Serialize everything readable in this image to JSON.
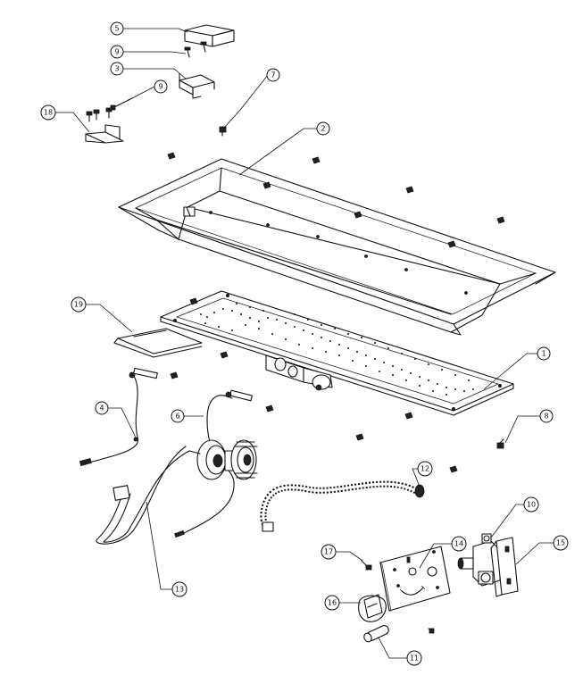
{
  "diagram": {
    "callouts": [
      {
        "label": "5"
      },
      {
        "label": "9"
      },
      {
        "label": "3"
      },
      {
        "label": "9"
      },
      {
        "label": "18"
      },
      {
        "label": "7"
      },
      {
        "label": "2"
      },
      {
        "label": "19"
      },
      {
        "label": "1"
      },
      {
        "label": "4"
      },
      {
        "label": "6"
      },
      {
        "label": "8"
      },
      {
        "label": "12"
      },
      {
        "label": "10"
      },
      {
        "label": "17"
      },
      {
        "label": "14"
      },
      {
        "label": "15"
      },
      {
        "label": "16"
      },
      {
        "label": "13"
      },
      {
        "label": "11"
      }
    ]
  }
}
